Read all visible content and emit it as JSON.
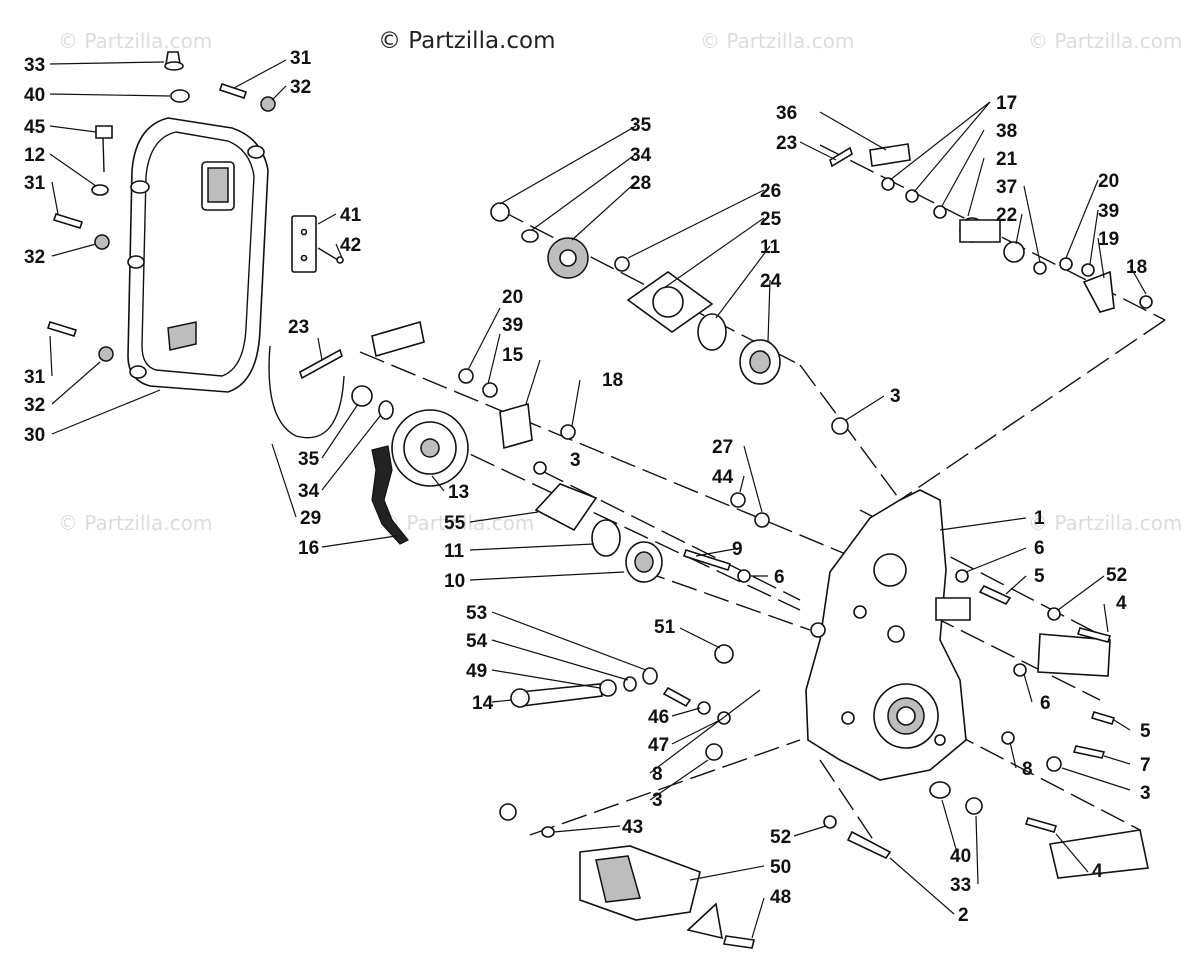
{
  "copyright": "© Partzilla.com",
  "watermarks": [
    "© Partzilla.com",
    "© Partzilla.com",
    "© Partzilla.com",
    "© Partzilla.com",
    "© Partzilla.com",
    "© Partzilla.com"
  ],
  "callouts": [
    "33",
    "40",
    "45",
    "12",
    "31",
    "32",
    "31",
    "32",
    "30",
    "31",
    "32",
    "41",
    "42",
    "23",
    "29",
    "35",
    "34",
    "16",
    "13",
    "3",
    "55",
    "11",
    "10",
    "20",
    "39",
    "15",
    "18",
    "53",
    "54",
    "49",
    "14",
    "51",
    "46",
    "47",
    "8",
    "3",
    "43",
    "35",
    "34",
    "28",
    "26",
    "25",
    "11",
    "24",
    "36",
    "23",
    "17",
    "38",
    "21",
    "37",
    "22",
    "20",
    "39",
    "19",
    "18",
    "3",
    "27",
    "44",
    "9",
    "6",
    "1",
    "6",
    "5",
    "52",
    "4",
    "6",
    "5",
    "7",
    "8",
    "3",
    "52",
    "40",
    "33",
    "4",
    "2",
    "50",
    "48"
  ]
}
